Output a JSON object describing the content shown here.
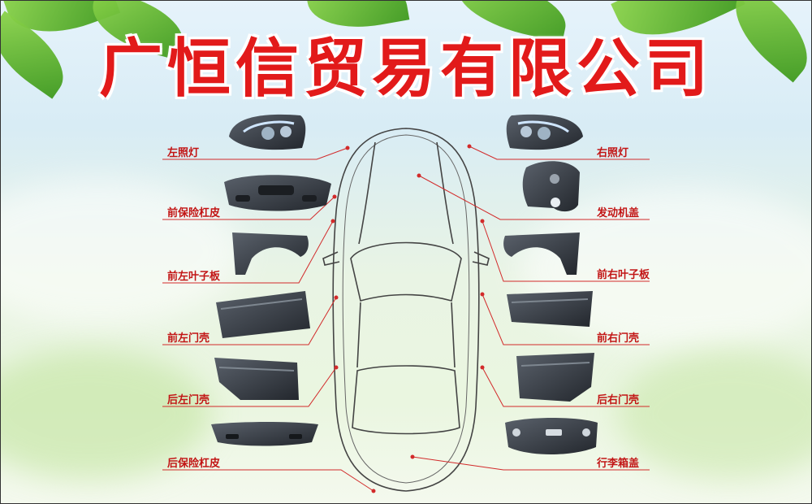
{
  "company": {
    "name": "广恒信贸易有限公司"
  },
  "parts": {
    "left_headlight": "左照灯",
    "front_bumper": "前保险杠皮",
    "front_left_fender": "前左叶子板",
    "front_left_door": "前左门壳",
    "rear_left_door": "后左门壳",
    "rear_bumper": "后保险杠皮",
    "right_headlight": "右照灯",
    "hood": "发动机盖",
    "front_right_fender": "前右叶子板",
    "front_right_door": "前右门壳",
    "rear_right_door": "后右门壳",
    "trunk_lid": "行李箱盖"
  },
  "colors": {
    "title": "#e21a1a",
    "label": "#c21515",
    "leader_line": "#d22a2a",
    "part_fill": "#3a3f47"
  }
}
